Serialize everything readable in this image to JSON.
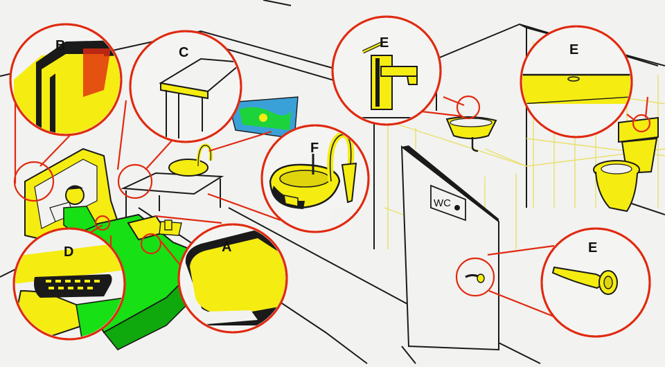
{
  "callouts": {
    "a": "A",
    "b": "B",
    "c": "C",
    "d": "D",
    "e_tap": "E",
    "e_toilet": "E",
    "e_handle": "E",
    "f": "F"
  },
  "door_sign": "WC",
  "colors": {
    "callout_ring": "#e02a10",
    "yellow_fill": "#f5ec12",
    "green_fill": "#17e014",
    "outline": "#1a1a1a",
    "background": "#f2f2f0"
  }
}
